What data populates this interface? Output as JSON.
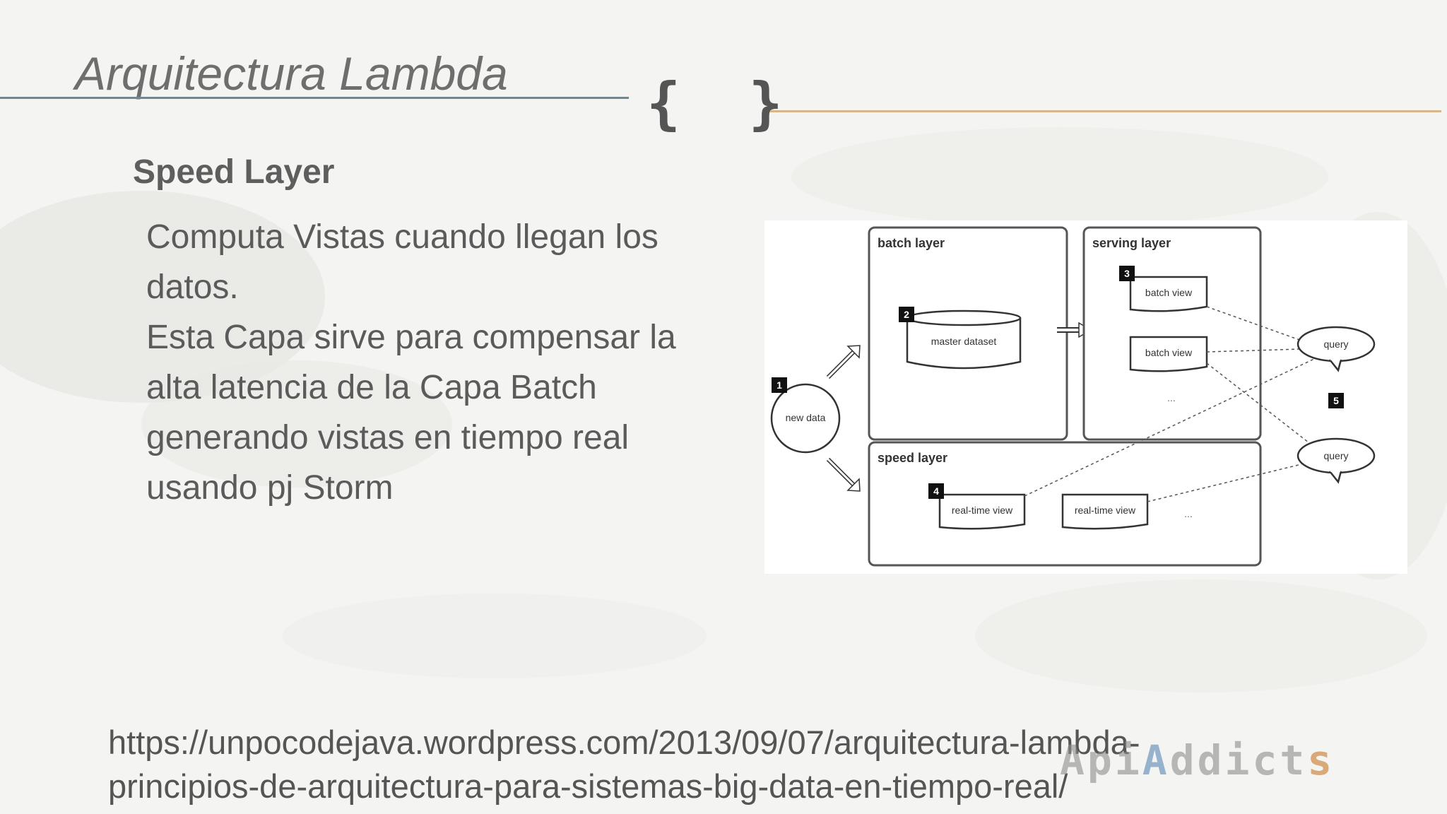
{
  "slide": {
    "title": "Arquitectura Lambda",
    "braces": "{  }",
    "subtitle": "Speed Layer",
    "body_lines": [
      "Computa Vistas cuando llegan los",
      "datos.",
      "Esta Capa sirve para compensar la",
      "alta latencia de la Capa Batch",
      "generando vistas en tiempo real",
      "usando pj Storm"
    ],
    "link_lines": [
      "https://unpocodejava.wordpress.com/2013/09/07/arquitectura-lambda-",
      "principios-de-arquitectura-para-sistemas-big-data-en-tiempo-real/"
    ],
    "watermark": {
      "part1": "Api",
      "part2": "A",
      "part3": "ddict",
      "part4": "s"
    }
  },
  "diagram": {
    "new_data": "new data",
    "batch_layer": "batch layer",
    "serving_layer": "serving layer",
    "speed_layer": "speed layer",
    "master_dataset": "master dataset",
    "batch_view_1": "batch view",
    "batch_view_2": "batch view",
    "serving_ellipsis": "...",
    "realtime_view_1": "real-time view",
    "realtime_view_2": "real-time view",
    "speed_ellipsis": "...",
    "query_1": "query",
    "query_2": "query",
    "badge_1": "1",
    "badge_2": "2",
    "badge_3": "3",
    "badge_4": "4",
    "badge_5": "5"
  }
}
